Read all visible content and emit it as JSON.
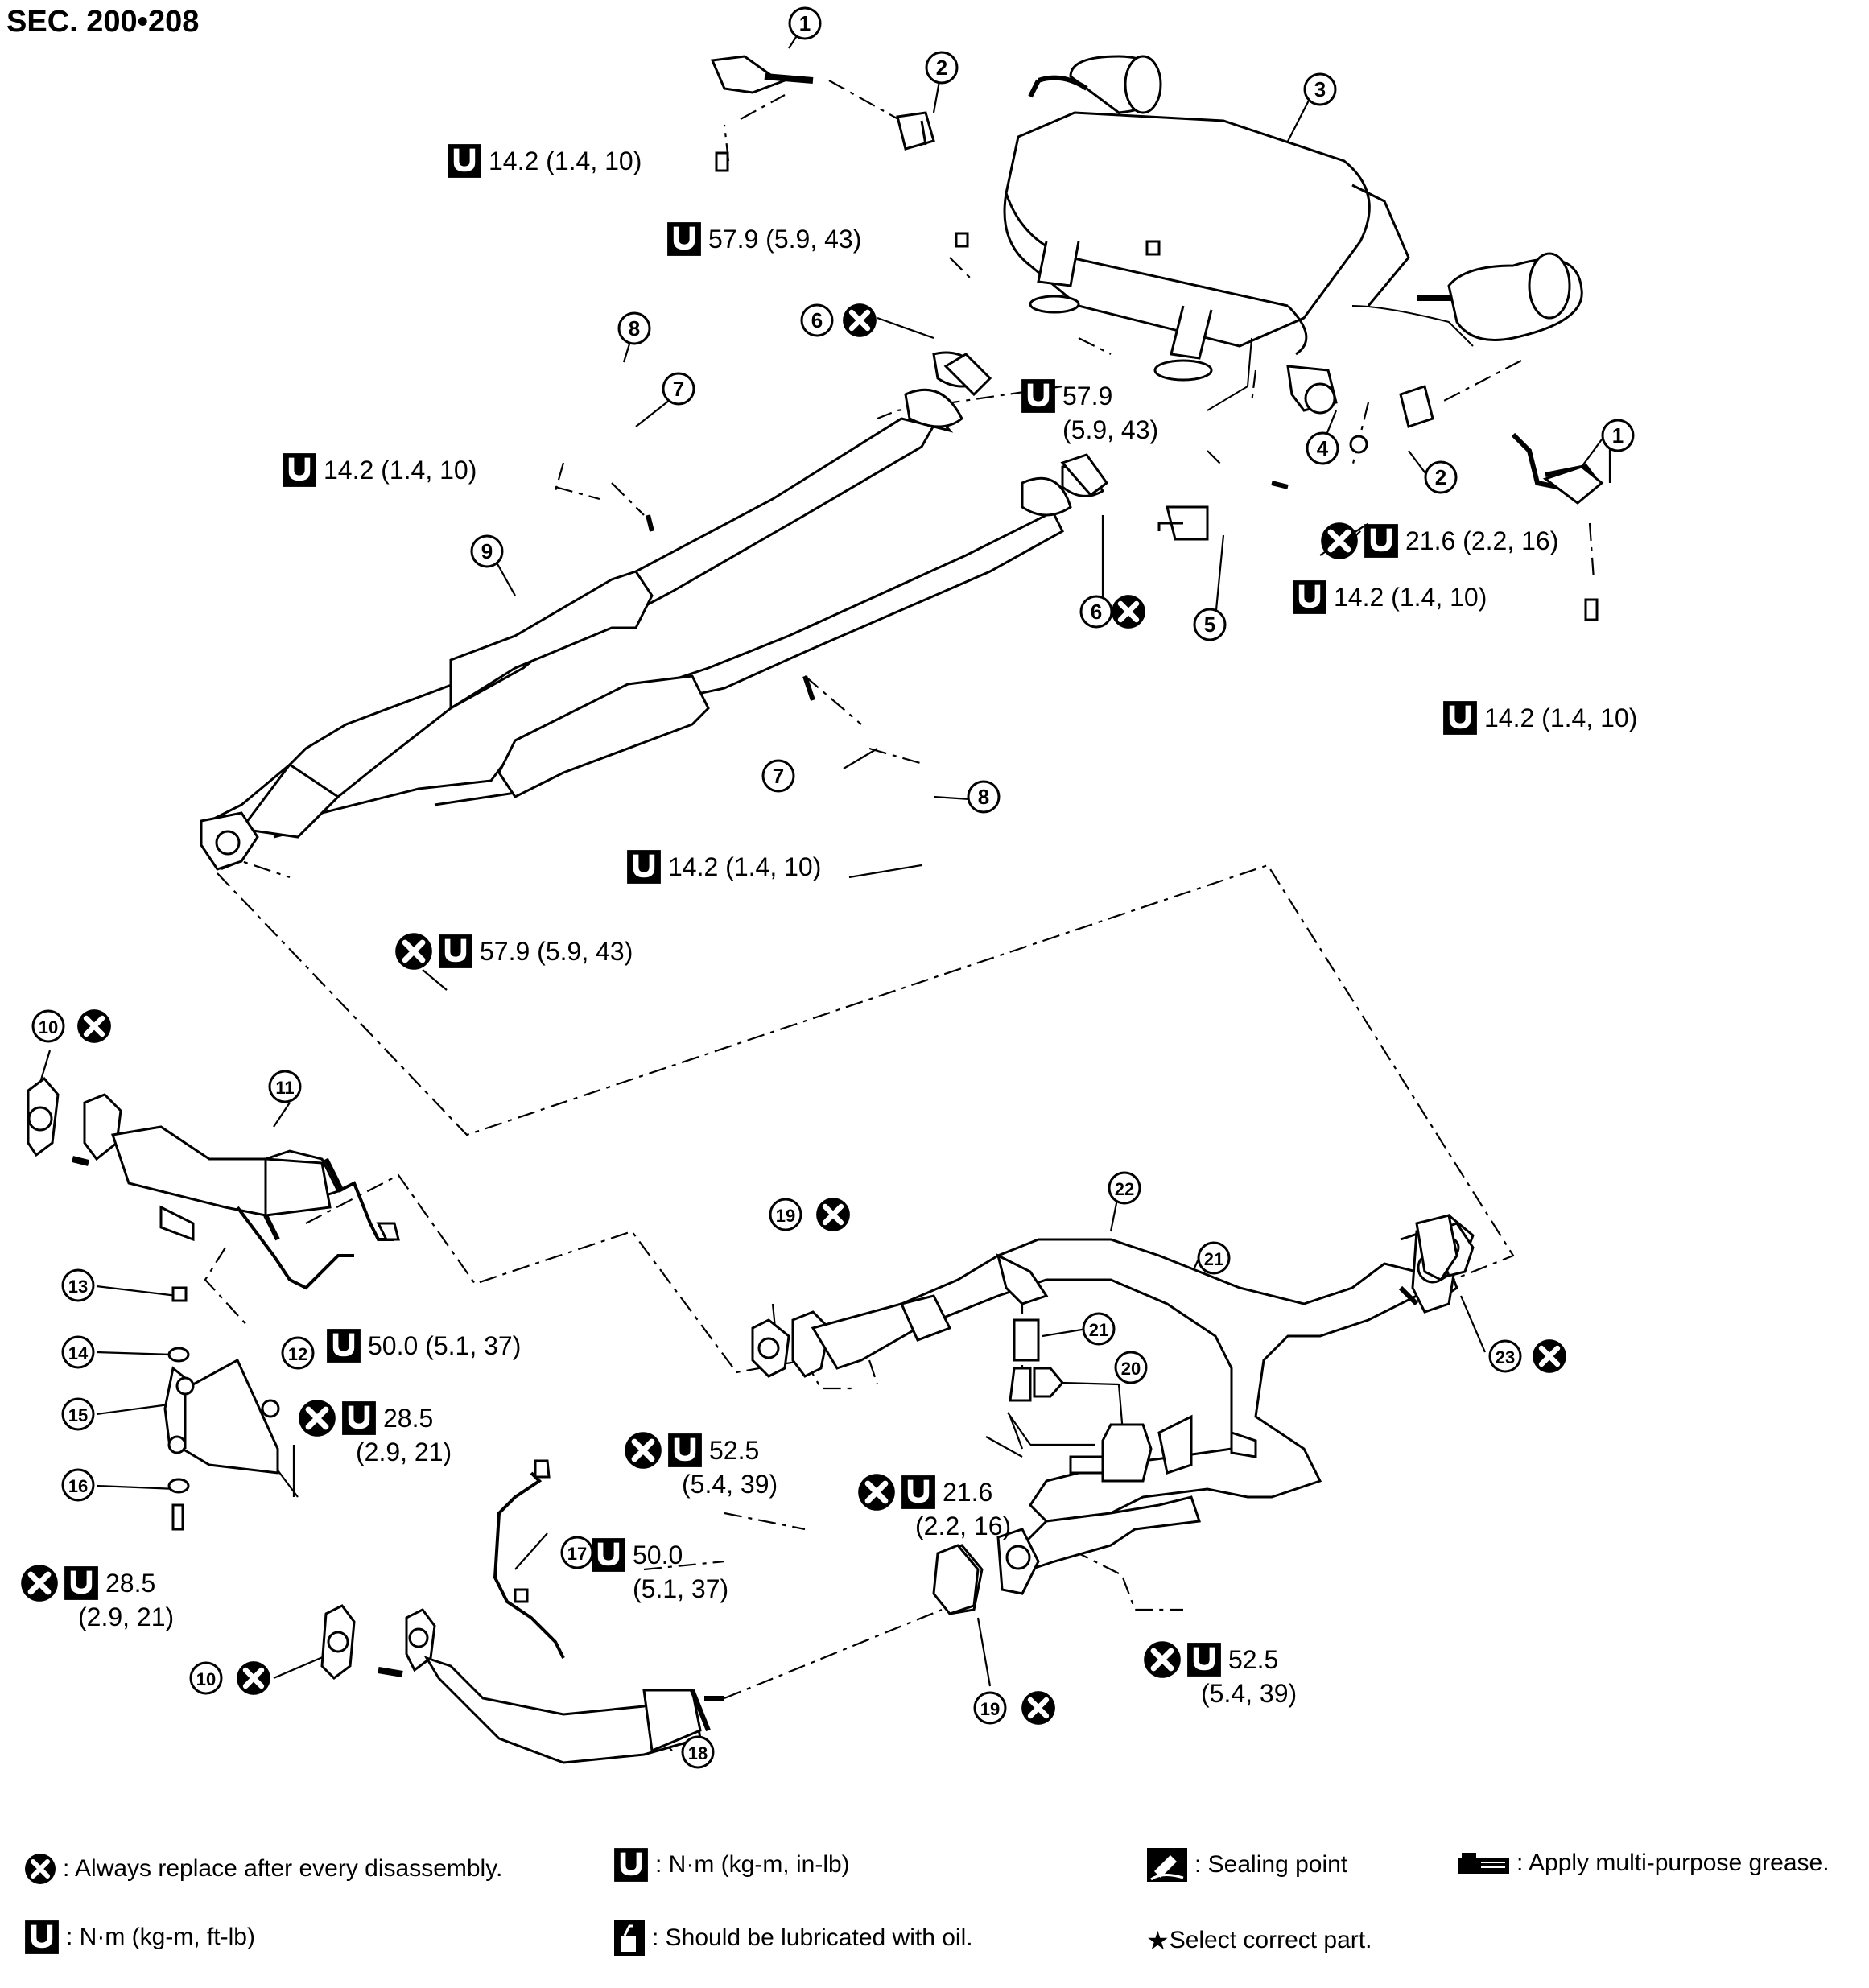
{
  "section": "SEC. 200•208",
  "callouts": [
    {
      "num": "1"
    },
    {
      "num": "2"
    },
    {
      "num": "3"
    },
    {
      "num": "6"
    },
    {
      "num": "8"
    },
    {
      "num": "7"
    },
    {
      "num": "9"
    },
    {
      "num": "4"
    },
    {
      "num": "2"
    },
    {
      "num": "1"
    },
    {
      "num": "6"
    },
    {
      "num": "5"
    },
    {
      "num": "7"
    },
    {
      "num": "8"
    },
    {
      "num": "10"
    },
    {
      "num": "11"
    },
    {
      "num": "13"
    },
    {
      "num": "14"
    },
    {
      "num": "15"
    },
    {
      "num": "12"
    },
    {
      "num": "16"
    },
    {
      "num": "19"
    },
    {
      "num": "22"
    },
    {
      "num": "21"
    },
    {
      "num": "20"
    },
    {
      "num": "21"
    },
    {
      "num": "23"
    },
    {
      "num": "17"
    },
    {
      "num": "10"
    },
    {
      "num": "19"
    },
    {
      "num": "18"
    }
  ],
  "torques": [
    {
      "l1": "14.2 (1.4, 10)",
      "l2": "",
      "icon": "inlb",
      "x": false
    },
    {
      "l1": "57.9 (5.9, 43)",
      "l2": "",
      "icon": "ftlb",
      "x": false
    },
    {
      "l1": "14.2 (1.4, 10)",
      "l2": "",
      "icon": "inlb",
      "x": false
    },
    {
      "l1": "57.9",
      "l2": "(5.9, 43)",
      "icon": "ftlb",
      "x": false
    },
    {
      "l1": "21.6 (2.2, 16)",
      "l2": "",
      "icon": "ftlb",
      "x": true
    },
    {
      "l1": "14.2 (1.4, 10)",
      "l2": "",
      "icon": "inlb",
      "x": false
    },
    {
      "l1": "14.2 (1.4, 10)",
      "l2": "",
      "icon": "inlb",
      "x": false
    },
    {
      "l1": "14.2 (1.4, 10)",
      "l2": "",
      "icon": "inlb",
      "x": false
    },
    {
      "l1": "57.9 (5.9, 43)",
      "l2": "",
      "icon": "ftlb",
      "x": true
    },
    {
      "l1": "50.0 (5.1, 37)",
      "l2": "",
      "icon": "ftlb",
      "x": false
    },
    {
      "l1": "28.5",
      "l2": "(2.9, 21)",
      "icon": "ftlb",
      "x": true
    },
    {
      "l1": "52.5",
      "l2": "(5.4, 39)",
      "icon": "ftlb",
      "x": true
    },
    {
      "l1": "21.6",
      "l2": "(2.2, 16)",
      "icon": "ftlb",
      "x": true
    },
    {
      "l1": "28.5",
      "l2": "(2.9, 21)",
      "icon": "ftlb",
      "x": true
    },
    {
      "l1": "50.0",
      "l2": "(5.1, 37)",
      "icon": "ftlb",
      "x": false
    },
    {
      "l1": "52.5",
      "l2": "(5.4, 39)",
      "icon": "ftlb",
      "x": true
    }
  ],
  "legend": {
    "replace": ": Always replace after every disassembly.",
    "nm_inlb": ": N·m (kg-m, in-lb)",
    "sealing": ": Sealing point",
    "grease": ": Apply multi-purpose grease.",
    "nm_ftlb": ": N·m (kg-m, ft-lb)",
    "oil": ": Should be lubricated with oil.",
    "select_star": "★",
    "select": " Select correct part."
  }
}
